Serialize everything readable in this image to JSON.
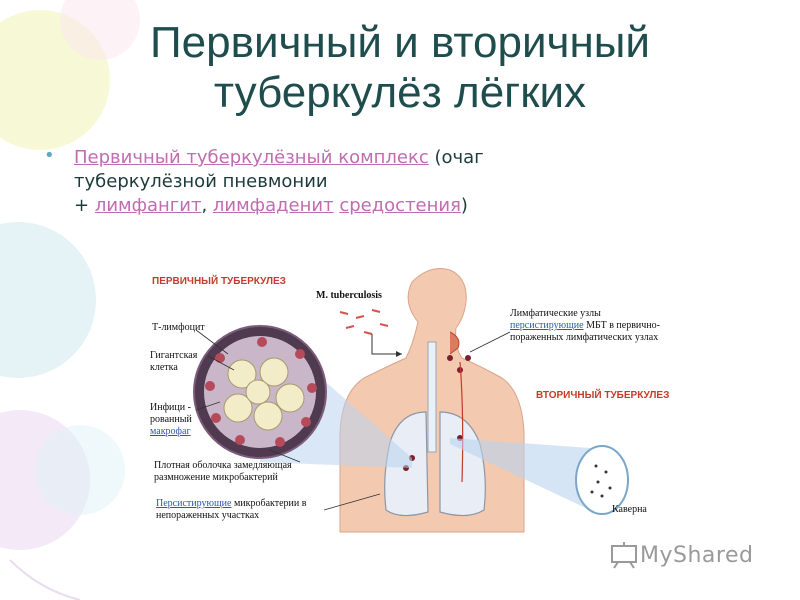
{
  "title": {
    "line1": "Первичный и вторичный",
    "line2": "туберкулёз лёгких"
  },
  "bullet": {
    "link1": "Первичный туберкулёзный комплекс",
    "text1": " (очаг туберкулёзной пневмонии",
    "text2": "+ ",
    "link2": "лимфангит",
    "comma": ", ",
    "link3": "лимфаденит",
    "space": " ",
    "link4": "средостения",
    "close": ")"
  },
  "figure": {
    "primary_title": "ПЕРВИЧНЫЙ ТУБЕРКУЛЕЗ",
    "secondary_title": "ВТОРИЧНЫЙ ТУБЕРКУЛЕЗ",
    "m_tuberculosis": "M. tuberculosis",
    "t_lymphocyte": "Т-лимфоцит",
    "giant_cell_1": "Гигантская",
    "giant_cell_2": "клетка",
    "infected_1": "Инфици -",
    "infected_2": "рованный",
    "macrophage": "макрофаг",
    "shell_1": "Плотная оболочка замедляющая",
    "shell_2": "размножение микробактерий",
    "persist_link": "Персистирующие",
    "persist_rest": " микробактерии в",
    "persist_2": "непораженных участках",
    "lymph_1": "Лимфатические узлы",
    "lymph_link": "персистирующие",
    "lymph_rest": " МБТ в первично-",
    "lymph_3": "пораженных лимфатических узлах",
    "cavern": "Каверна"
  },
  "logo": {
    "text": "MyShared"
  },
  "colors": {
    "title": "#1f4d4d",
    "link": "#c06cb0",
    "accent_red": "#c23b2b",
    "label_link": "#2a5aa8"
  }
}
